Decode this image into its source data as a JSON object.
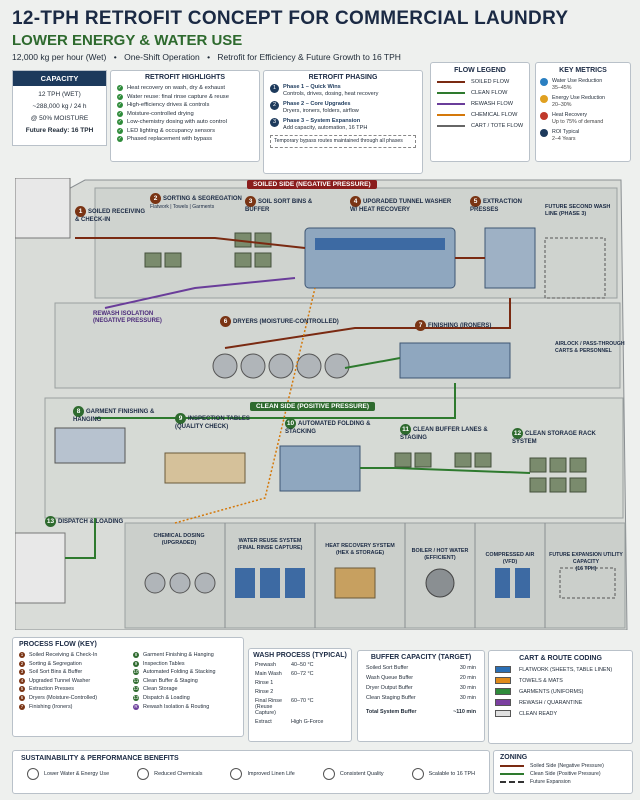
{
  "header": {
    "title": "12-TPH RETROFIT CONCEPT FOR COMMERCIAL LAUNDRY",
    "subtitle": "LOWER ENERGY & WATER USE",
    "tagline": [
      "12,000 kg per hour (Wet)",
      "•",
      "One-Shift Operation",
      "•",
      "Retrofit for Efficiency & Future Growth to 16 TPH"
    ]
  },
  "capacity": {
    "heading": "CAPACITY",
    "lines": [
      "12 TPH (WET)",
      "~288,000 kg / 24 h",
      "@ 50% MOISTURE",
      "Future Ready: 16 TPH"
    ]
  },
  "highlights": {
    "heading": "RETROFIT HIGHLIGHTS",
    "items": [
      "Heat recovery on wash, dry & exhaust",
      "Water reuse: final rinse capture & reuse",
      "High-efficiency drives & controls",
      "Moisture-controlled drying",
      "Low-chemistry dosing with auto control",
      "LED lighting & occupancy sensors",
      "Phased replacement with bypass"
    ]
  },
  "phasing": {
    "heading": "RETROFIT PHASING",
    "phases": [
      {
        "num": "1",
        "title": "Phase 1 – Quick Wins",
        "desc": "Controls, drives, dosing, heat recovery"
      },
      {
        "num": "2",
        "title": "Phase 2 – Core Upgrades",
        "desc": "Dryers, ironers, folders, airflow"
      },
      {
        "num": "3",
        "title": "Phase 3 – System Expansion",
        "desc": "Add capacity, automation, 16 TPH"
      }
    ],
    "bypass_note": "Temporary bypass routes maintained through all phases"
  },
  "flow_legend": {
    "heading": "FLOW LEGEND",
    "items": [
      {
        "label": "SOILED FLOW",
        "color": "#7a2a12"
      },
      {
        "label": "CLEAN FLOW",
        "color": "#2e7a2e"
      },
      {
        "label": "REWASH FLOW",
        "color": "#6a3d9a"
      },
      {
        "label": "CHEMICAL FLOW",
        "color": "#d4780a"
      },
      {
        "label": "CART / TOTE FLOW",
        "color": "#666666"
      }
    ]
  },
  "key_metrics": {
    "heading": "KEY METRICS",
    "items": [
      {
        "label": "Water Use Reduction",
        "value": "35–45%",
        "color": "#2a7fc1"
      },
      {
        "label": "Energy Use Reduction",
        "value": "20–30%",
        "color": "#e0a020"
      },
      {
        "label": "Heat Recovery",
        "value": "Up to 75% of demand",
        "color": "#c0392b"
      },
      {
        "label": "ROI Typical",
        "value": "2–4 Years",
        "color": "#1d3a5c"
      }
    ]
  },
  "floor": {
    "soiled_bar": "SOILED SIDE (NEGATIVE PRESSURE)",
    "clean_bar": "CLEAN SIDE (POSITIVE PRESSURE)",
    "zones": [
      {
        "num": "1",
        "label": "SOILED RECEIVING & CHECK-IN"
      },
      {
        "num": "2",
        "label": "SORTING & SEGREGATION",
        "sub": "Flatwork | Towels | Garments"
      },
      {
        "num": "3",
        "label": "SOIL SORT BINS & BUFFER"
      },
      {
        "num": "4",
        "label": "UPGRADED TUNNEL WASHER W/ HEAT RECOVERY"
      },
      {
        "num": "5",
        "label": "EXTRACTION PRESSES"
      },
      {
        "num": "6",
        "label": "DRYERS (MOISTURE-CONTROLLED)"
      },
      {
        "num": "7",
        "label": "FINISHING (IRONERS)"
      },
      {
        "num": "8",
        "label": "GARMENT FINISHING & HANGING"
      },
      {
        "num": "9",
        "label": "INSPECTION TABLES (QUALITY CHECK)"
      },
      {
        "num": "10",
        "label": "AUTOMATED FOLDING & STACKING"
      },
      {
        "num": "11",
        "label": "CLEAN BUFFER LANES & STAGING"
      },
      {
        "num": "12",
        "label": "CLEAN STORAGE RACK SYSTEM"
      },
      {
        "num": "13",
        "label": "DISPATCH & LOADING"
      }
    ],
    "future_washline": "FUTURE SECOND WASH LINE (PHASE 3)",
    "rewash": "REWASH ISOLATION (NEGATIVE PRESSURE)",
    "airlock": "AIRLOCK / PASS-THROUGH CARTS & PERSONNEL",
    "utilities": [
      {
        "label": "CHEMICAL DOSING",
        "sub": "(UPGRADED)"
      },
      {
        "label": "WATER REUSE SYSTEM",
        "sub": "(FINAL RINSE CAPTURE)"
      },
      {
        "label": "HEAT RECOVERY SYSTEM",
        "sub": "(HEX & STORAGE)"
      },
      {
        "label": "BOILER / HOT WATER",
        "sub": "(EFFICIENT)"
      },
      {
        "label": "COMPRESSED AIR",
        "sub": "(VFD)"
      },
      {
        "label": "FUTURE EXPANSION UTILITY CAPACITY",
        "sub": "(16 TPH)"
      }
    ]
  },
  "process_flow": {
    "heading": "PROCESS FLOW (KEY)",
    "col1": [
      {
        "num": "1",
        "label": "Soiled Receiving & Check-In"
      },
      {
        "num": "2",
        "label": "Sorting & Segregation"
      },
      {
        "num": "3",
        "label": "Soil Sort Bins & Buffer"
      },
      {
        "num": "4",
        "label": "Upgraded Tunnel Washer"
      },
      {
        "num": "5",
        "label": "Extraction Presses"
      },
      {
        "num": "6",
        "label": "Dryers (Moisture-Controlled)"
      },
      {
        "num": "7",
        "label": "Finishing (Ironers)"
      }
    ],
    "col2": [
      {
        "num": "8",
        "label": "Garment Finishing & Hanging"
      },
      {
        "num": "9",
        "label": "Inspection Tables"
      },
      {
        "num": "10",
        "label": "Automated Folding & Stacking"
      },
      {
        "num": "11",
        "label": "Clean Buffer & Staging"
      },
      {
        "num": "12",
        "label": "Clean Storage"
      },
      {
        "num": "13",
        "label": "Dispatch & Loading"
      },
      {
        "num": "R",
        "label": "Rewash Isolation & Routing"
      }
    ]
  },
  "wash_process": {
    "heading": "WASH PROCESS (TYPICAL)",
    "rows": [
      {
        "k": "Prewash",
        "v": "40–50 °C"
      },
      {
        "k": "Main Wash",
        "v": "60–72 °C"
      },
      {
        "k": "Rinse 1",
        "v": ""
      },
      {
        "k": "Rinse 2",
        "v": ""
      },
      {
        "k": "Final Rinse (Reuse Capture)",
        "v": "60–70 °C"
      },
      {
        "k": "Extract",
        "v": "High G-Force"
      }
    ]
  },
  "buffer_capacity": {
    "heading": "BUFFER CAPACITY (TARGET)",
    "rows": [
      {
        "k": "Soiled Sort Buffer",
        "v": "30 min"
      },
      {
        "k": "Wash Queue Buffer",
        "v": "20 min"
      },
      {
        "k": "Dryer Output Buffer",
        "v": "30 min"
      },
      {
        "k": "Clean Staging Buffer",
        "v": "30 min"
      }
    ],
    "total_label": "Total System Buffer",
    "total_value": "~110 min"
  },
  "cart_coding": {
    "heading": "CART & ROUTE CODING",
    "items": [
      {
        "label": "FLATWORK (SHEETS, TABLE LINEN)",
        "color": "#2a6fb5"
      },
      {
        "label": "TOWELS & MATS",
        "color": "#e08a1a"
      },
      {
        "label": "GARMENTS (UNIFORMS)",
        "color": "#2e8b3a"
      },
      {
        "label": "REWASH / QUARANTINE",
        "color": "#7b3fa0"
      },
      {
        "label": "CLEAN READY",
        "color": "#e0e0e0"
      }
    ]
  },
  "sustainability": {
    "heading": "SUSTAINABILITY & PERFORMANCE BENEFITS",
    "items": [
      "Lower Water & Energy Use",
      "Reduced Chemicals",
      "Improved Linen Life",
      "Consistent Quality",
      "Scalable to 16 TPH"
    ]
  },
  "zoning": {
    "heading": "ZONING",
    "items": [
      {
        "label": "Soiled Side (Negative Pressure)",
        "color": "#7a2a12"
      },
      {
        "label": "Clean Side (Positive Pressure)",
        "color": "#2e7a2e"
      },
      {
        "label": "Future Expansion",
        "color": "#333333"
      }
    ]
  }
}
